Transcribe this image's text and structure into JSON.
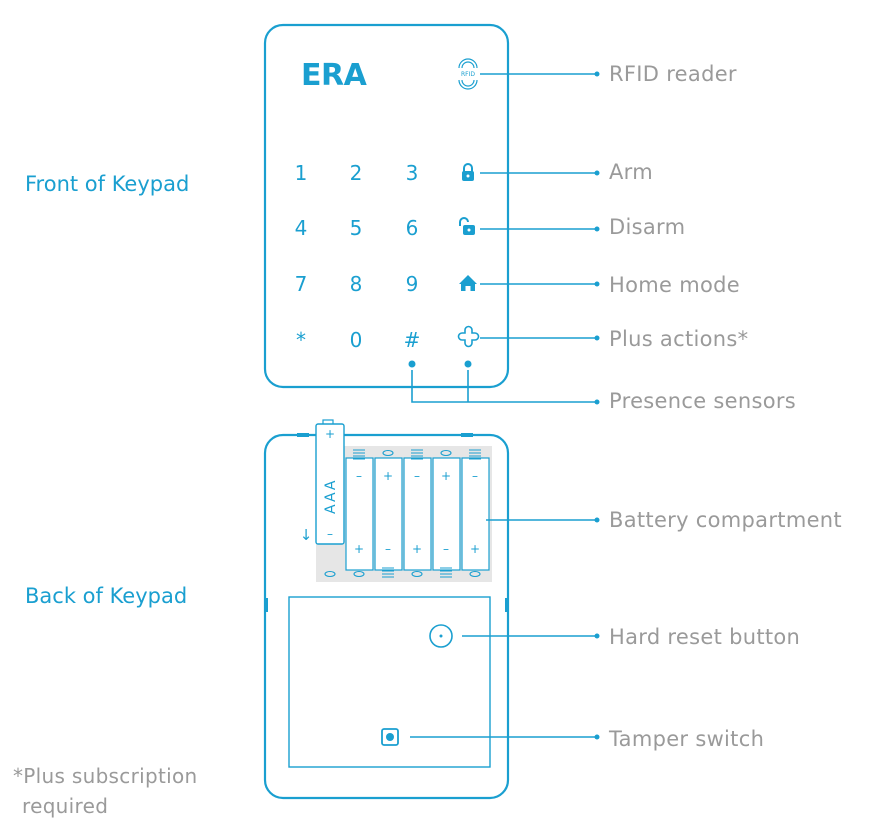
{
  "sections": {
    "front_label": "Front of Keypad",
    "back_label": "Back of Keypad"
  },
  "keypad": {
    "logo": "ERA",
    "rfid_mark": "RFID",
    "keys": [
      "1",
      "2",
      "3",
      "4",
      "5",
      "6",
      "7",
      "8",
      "9",
      "*",
      "0",
      "#"
    ],
    "function_icons": [
      "lock-closed-icon",
      "lock-open-icon",
      "home-icon",
      "clover-icon"
    ]
  },
  "callouts": {
    "rfid_reader": "RFID reader",
    "arm": "Arm",
    "disarm": "Disarm",
    "home_mode": "Home mode",
    "plus_actions": "Plus actions*",
    "presence_sensors": "Presence sensors",
    "battery_compartment": "Battery compartment",
    "hard_reset_button": "Hard reset button",
    "tamper_switch": "Tamper switch"
  },
  "battery": {
    "label": "AAA",
    "plus": "+",
    "minus": "–",
    "arrow": "↓"
  },
  "footnote": {
    "line1": "*Plus subscription",
    "line2": "required"
  },
  "colors": {
    "accent": "#1a9fd0",
    "callout_text": "#9a9a9a",
    "battery_fill": "#e6e6e6"
  }
}
